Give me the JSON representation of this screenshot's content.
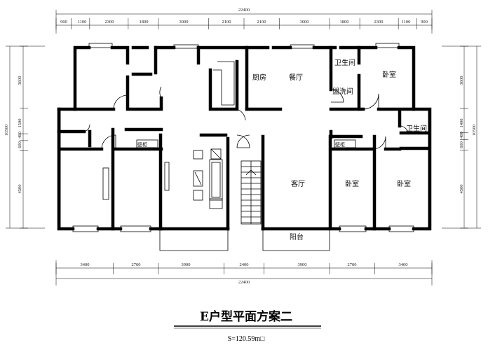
{
  "dimensions": {
    "top_total": "22400",
    "top_segments": [
      "900",
      "1100",
      "2300",
      "1800",
      "3000",
      "2100",
      "2100",
      "3000",
      "1800",
      "2300",
      "1100",
      "900"
    ],
    "bottom_total": "22400",
    "bottom_segments": [
      "3400",
      "2700",
      "3900",
      "2400",
      "3900",
      "2700",
      "3400"
    ],
    "left_total": "10500",
    "left_segments": [
      "3600",
      "1500",
      "400",
      "600",
      "4500"
    ],
    "right_total": "10500",
    "right_segments": [
      "3600",
      "1400",
      "400",
      "600",
      "4500"
    ]
  },
  "rooms": {
    "kitchen": "厨房",
    "dining": "餐厅",
    "bathroom_top": "卫生间",
    "laundry": "盥洗间",
    "bedroom_top_right": "卧室",
    "bathroom_right": "卫生间",
    "living": "客厅",
    "bedroom_mid": "卧室",
    "bedroom_right": "卧室",
    "balcony": "阳台",
    "closet_left": "壁柜",
    "closet_right": "壁柜"
  },
  "title": "E户型平面方案二",
  "area": "S=120.59m□"
}
